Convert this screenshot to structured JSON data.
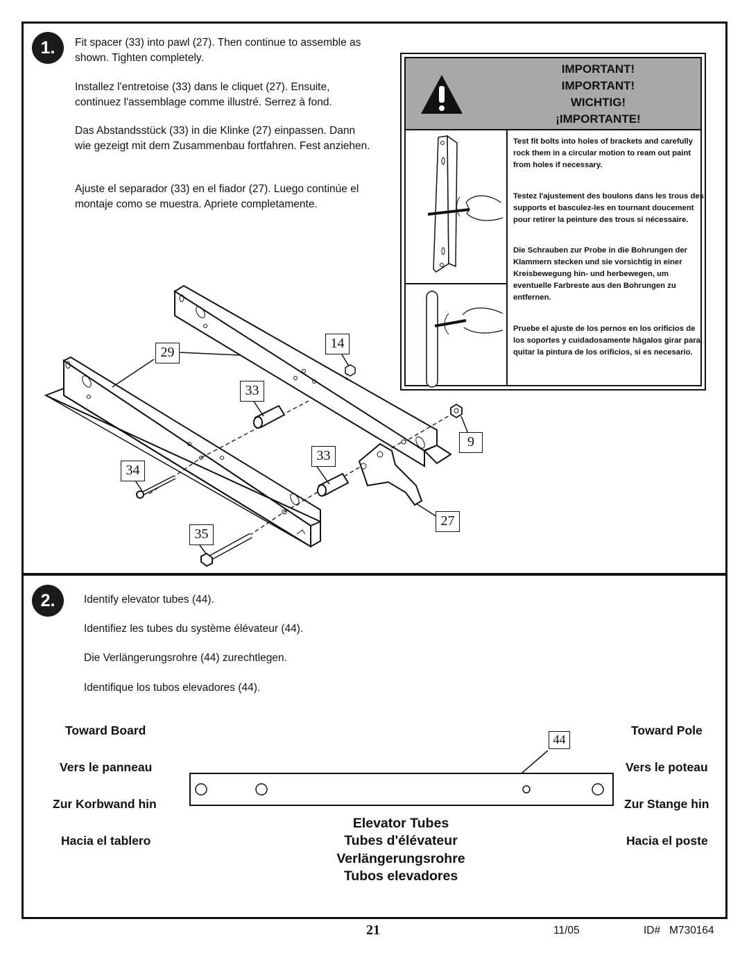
{
  "step1": {
    "number": "1.",
    "paragraphs": [
      "Fit spacer (33) into pawl (27). Then continue to assemble as shown.  Tighten completely.",
      "Installez l'entretoise (33) dans le cliquet (27). Ensuite, continuez l'assemblage comme illustré. Serrez à fond.",
      "Das Abstandsstück (33) in die Klinke (27) einpassen. Dann wie gezeigt mit dem Zusammenbau fortfahren. Fest anziehen.",
      "Ajuste el separador (33) en el fiador (27). Luego continúe el montaje como se muestra.  Apriete completamente."
    ],
    "callouts": {
      "c29": "29",
      "c14": "14",
      "c33a": "33",
      "c33b": "33",
      "c9": "9",
      "c34": "34",
      "c27": "27",
      "c35": "35"
    }
  },
  "warning": {
    "titles": [
      "IMPORTANT!",
      "IMPORTANT!",
      "WICHTIG!",
      "¡IMPORTANTE!"
    ],
    "paragraphs": [
      "Test fit bolts into holes of brackets and carefully rock them in a circular motion to ream out paint from holes if necessary.",
      "Testez l'ajustement des boulons dans les trous des supports et basculez-les en tournant doucement pour retirer la peinture des trous si nécessaire.",
      "Die Schrauben zur Probe in die Bohrungen der Klammern stecken und sie vorsichtig in einer Kreisbewegung hin- und herbewegen, um eventuelle Farbreste aus den Bohrungen zu entfernen.",
      "Pruebe el ajuste de los pernos en los orificios de los soportes y cuidadosamente hágalos girar para quitar la pintura de los orificios, si es necesario."
    ]
  },
  "step2": {
    "number": "2.",
    "lines": [
      "Identify elevator tubes (44).",
      "Identifiez les tubes du système élévateur (44).",
      "Die Verlängerungsrohre (44) zurechtlegen.",
      "Identifique los tubos elevadores (44)."
    ],
    "left_labels": [
      "Toward Board",
      "Vers le panneau",
      "Zur Korbwand hin",
      "Hacia el tablero"
    ],
    "right_labels": [
      "Toward Pole",
      "Vers le poteau",
      "Zur Stange hin",
      "Hacia el poste"
    ],
    "callout": "44",
    "titles": [
      "Elevator Tubes",
      "Tubes d'élévateur",
      "Verlängerungsrohre",
      "Tubos elevadores"
    ]
  },
  "footer": {
    "page": "21",
    "date": "11/05",
    "id": "ID#   M730164"
  }
}
